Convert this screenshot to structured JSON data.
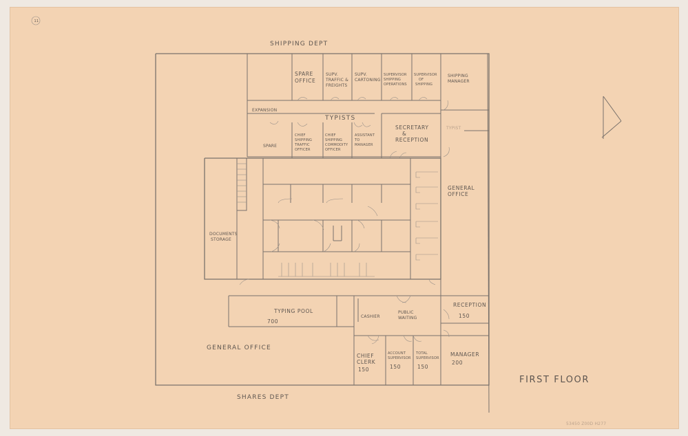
{
  "sheet_number": "11",
  "title": "FIRST FLOOR",
  "catalog_number": "53450 Z00D H277",
  "rooms": {
    "shipping_dept": "SHIPPING DEPT",
    "spare_office": [
      "SPARE",
      "OFFICE"
    ],
    "supervisor_traffic": [
      "SUPV.",
      "TRAFFIC &",
      "FREIGHTS"
    ],
    "supervisor_cartoning": [
      "SUPV.",
      "CARTONING"
    ],
    "supervisor_shipping_operations": [
      "SUPERVISOR",
      "SHIPPING",
      "OPERATIONS"
    ],
    "supervisor_shipping": [
      "SUPERVISOR",
      "OF",
      "SHIPPING"
    ],
    "shipping_manager": [
      "SHIPPING",
      "MANAGER"
    ],
    "expansion": "EXPANSION",
    "typists": "TYPISTS",
    "spare": [
      "SPARE"
    ],
    "chief_traffic_officer": [
      "CHIEF",
      "SHIPPING",
      "TRAFFIC",
      "OFFICER"
    ],
    "chief_shipping_commodity_officer": [
      "CHIEF",
      "SHIPPING",
      "COMMODITY",
      "OFFICER"
    ],
    "assistant_to_manager": [
      "ASSISTANT",
      "TO",
      "MANAGER"
    ],
    "secretary_reception": [
      "SECRETARY",
      "&",
      "RECEPTION"
    ],
    "typist_right": [
      "TYPIST"
    ],
    "general_office_right": [
      "GENERAL",
      "OFFICE"
    ],
    "documents_storage": [
      "DOCUMENTS",
      "STORAGE"
    ],
    "typing_pool": [
      "TYPING POOL",
      "700"
    ],
    "cashier": "CASHIER",
    "public_waiting": [
      "PUBLIC",
      "WAITING"
    ],
    "reception": [
      "RECEPTION",
      "150"
    ],
    "general_office": "GENERAL OFFICE",
    "chief_clerk": [
      "CHIEF",
      "CLERK",
      "150"
    ],
    "account_supervisor": [
      "ACCOUNT",
      "SUPERVISOR",
      "150"
    ],
    "total_supervisor": [
      "TOTAL",
      "SUPERVISOR",
      "150"
    ],
    "manager": [
      "MANAGER",
      "200"
    ],
    "shares_dept": "SHARES DEPT"
  }
}
